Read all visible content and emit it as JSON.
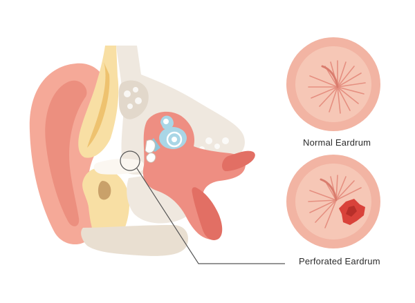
{
  "labels": {
    "normal": "Normal Eardrum",
    "perforated": "Perforated Eardrum"
  },
  "colors": {
    "skin": "#f5a998",
    "skin_dark": "#ec8f7f",
    "cartilage": "#f8dfa4",
    "cartilage_dark": "#eec26f",
    "bone": "#efe8df",
    "canal": "#fbf7f1",
    "tissue": "#ee8e82",
    "tissue_dark": "#e26f64",
    "inner_ear": "#a9d6e6",
    "drum_ring": "#f2b4a3",
    "drum_inner": "#f6c7b6",
    "drum_lines": "#e58f80",
    "perforation": "#d9423a",
    "leader_line": "#555555"
  },
  "icons": {
    "ear_cross_section": "ear-cross-section-illustration",
    "normal_eardrum": "normal-eardrum-illustration",
    "perforated_eardrum": "perforated-eardrum-illustration"
  }
}
